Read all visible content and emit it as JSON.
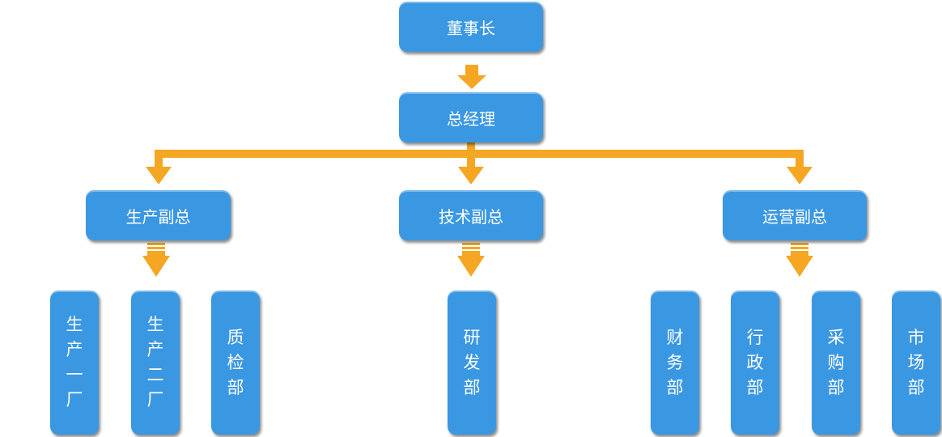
{
  "chart": {
    "chairman": "董事长",
    "general_manager": "总经理",
    "vps": [
      {
        "id": "production",
        "label": "生产副总"
      },
      {
        "id": "technology",
        "label": "技术副总"
      },
      {
        "id": "operations",
        "label": "运营副总"
      }
    ],
    "departments": [
      {
        "id": "factory-1",
        "label": "生产一厂",
        "vp": "production"
      },
      {
        "id": "factory-2",
        "label": "生产二厂",
        "vp": "production"
      },
      {
        "id": "quality",
        "label": "质检部",
        "vp": "production"
      },
      {
        "id": "rnd",
        "label": "研发部",
        "vp": "technology"
      },
      {
        "id": "finance",
        "label": "财务部",
        "vp": "operations"
      },
      {
        "id": "admin",
        "label": "行政部",
        "vp": "operations"
      },
      {
        "id": "purchasing",
        "label": "采购部",
        "vp": "operations"
      },
      {
        "id": "marketing",
        "label": "市场部",
        "vp": "operations"
      }
    ],
    "colors": {
      "box": "#3a97e2",
      "connector": "#f5a623",
      "text": "#ffffff"
    }
  }
}
